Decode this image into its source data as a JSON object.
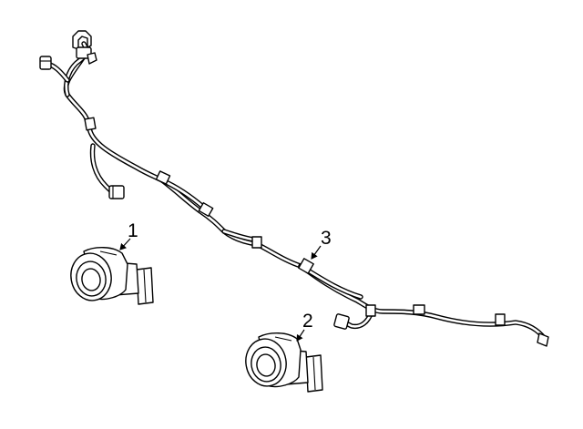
{
  "diagram": {
    "callouts": [
      {
        "label": "1",
        "part": "parking-sensor"
      },
      {
        "label": "2",
        "part": "parking-sensor"
      },
      {
        "label": "3",
        "part": "wiring-harness"
      }
    ]
  }
}
